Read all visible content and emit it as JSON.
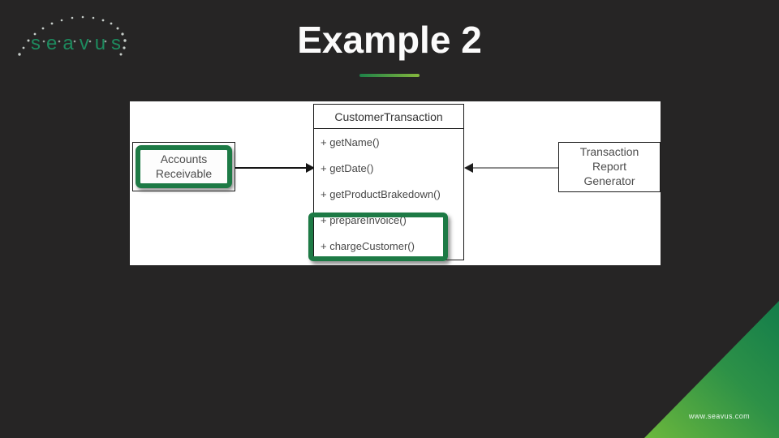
{
  "slide": {
    "logo_text": "seavus",
    "title": "Example 2",
    "footer_url": "www.seavus.com"
  },
  "colors": {
    "background": "#262525",
    "panel": "#ffffff",
    "highlight_green": "#1d7a45",
    "underline_gradient": [
      "#1d8148",
      "#85b73d"
    ],
    "corner_triangle_gradient": [
      "#6cb83c",
      "#137d4b"
    ],
    "logo_green": "#1d8a5e",
    "diagram_text": "#4c4c4c"
  },
  "diagram": {
    "left_actor": {
      "line1": "Accounts",
      "line2": "Receivable"
    },
    "uml_class": {
      "name": "CustomerTransaction",
      "methods": [
        "+ getName()",
        "+ getDate()",
        "+ getProductBrakedown()",
        "+ prepareInvoice()",
        "+ chargeCustomer()"
      ]
    },
    "right_actor": {
      "line1": "Transaction",
      "line2": "Report",
      "line3": "Generator"
    }
  }
}
